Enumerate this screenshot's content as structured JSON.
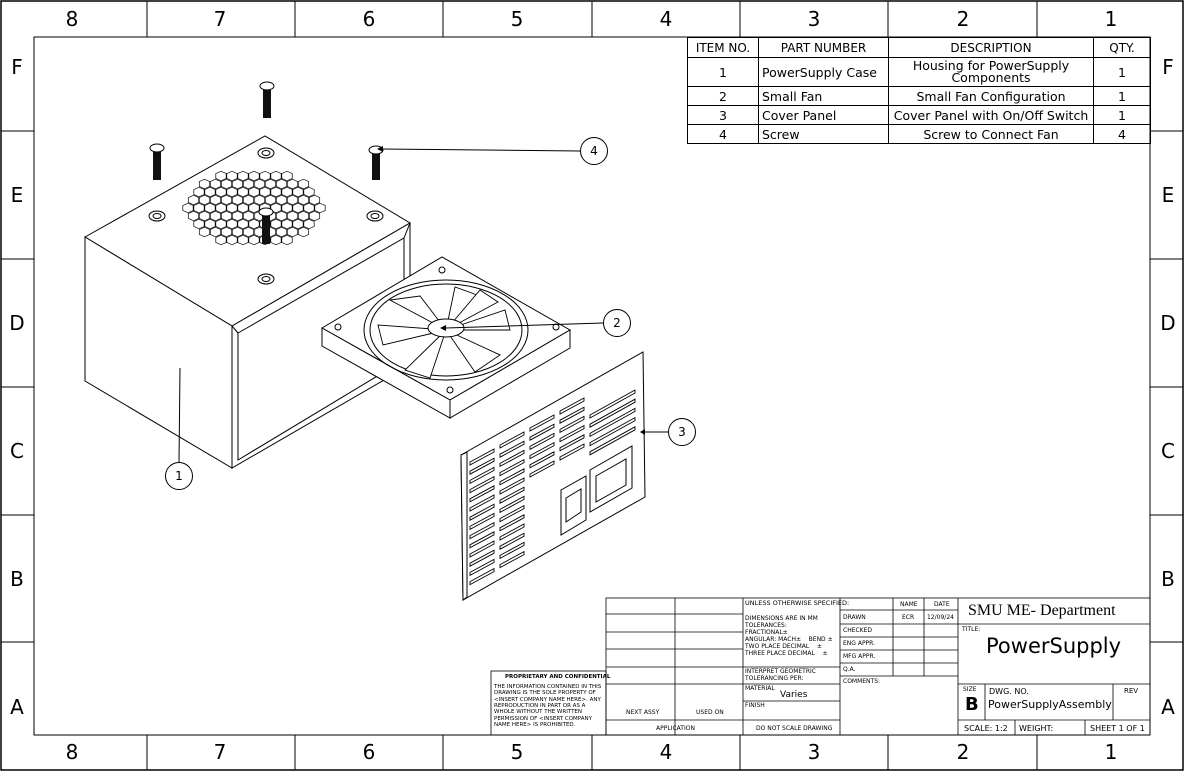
{
  "zones": {
    "columns": [
      "8",
      "7",
      "6",
      "5",
      "4",
      "3",
      "2",
      "1"
    ],
    "rows": [
      "F",
      "E",
      "D",
      "C",
      "B",
      "A"
    ]
  },
  "bom": {
    "headers": [
      "ITEM NO.",
      "PART NUMBER",
      "DESCRIPTION",
      "QTY."
    ],
    "rows": [
      {
        "item": "1",
        "part": "PowerSupply Case",
        "desc": "Housing for PowerSupply Components",
        "qty": "1"
      },
      {
        "item": "2",
        "part": "Small Fan",
        "desc": "Small Fan Configuration",
        "qty": "1"
      },
      {
        "item": "3",
        "part": "Cover Panel",
        "desc": "Cover Panel with On/Off Switch",
        "qty": "1"
      },
      {
        "item": "4",
        "part": "Screw",
        "desc": "Screw to Connect Fan",
        "qty": "4"
      }
    ]
  },
  "balloons": [
    "1",
    "2",
    "3",
    "4"
  ],
  "titleblock": {
    "company": "SMU ME- Department",
    "title_label": "TITLE:",
    "title": "PowerSupply",
    "unless": "UNLESS OTHERWISE SPECIFIED:",
    "dims": "DIMENSIONS ARE IN MM",
    "tol": "TOLERANCES:",
    "fractional": "FRACTIONAL±",
    "angular": "ANGULAR: MACH±    BEND ±",
    "two_place": "TWO PLACE DECIMAL    ±",
    "three_place": "THREE PLACE DECIMAL    ±",
    "interpret": "INTERPRET GEOMETRIC TOLERANCING PER:",
    "material_label": "MATERIAL",
    "material": "Varies",
    "finish_label": "FINISH",
    "no_scale": "DO NOT SCALE DRAWING",
    "name_hdr": "NAME",
    "date_hdr": "DATE",
    "drawn": "DRAWN",
    "drawn_name": "ECR",
    "drawn_date": "12/09/24",
    "checked": "CHECKED",
    "eng": "ENG APPR.",
    "mfg": "MFG APPR.",
    "qa": "Q.A.",
    "comments": "COMMENTS:",
    "size_label": "SIZE",
    "size": "B",
    "dwg_label": "DWG.  NO.",
    "dwg": "PowerSupplyAssembly",
    "rev_label": "REV",
    "scale": "SCALE: 1:2",
    "weight": "WEIGHT:",
    "sheet": "SHEET 1 OF 1",
    "next_assy": "NEXT ASSY",
    "used_on": "USED ON",
    "application": "APPLICATION",
    "prop_title": "PROPRIETARY AND CONFIDENTIAL",
    "prop_text": "THE INFORMATION CONTAINED IN THIS DRAWING IS THE SOLE PROPERTY OF <INSERT COMPANY NAME HERE>. ANY REPRODUCTION IN PART OR AS A WHOLE WITHOUT THE WRITTEN PERMISSION OF <INSERT COMPANY NAME HERE> IS PROHIBITED."
  }
}
